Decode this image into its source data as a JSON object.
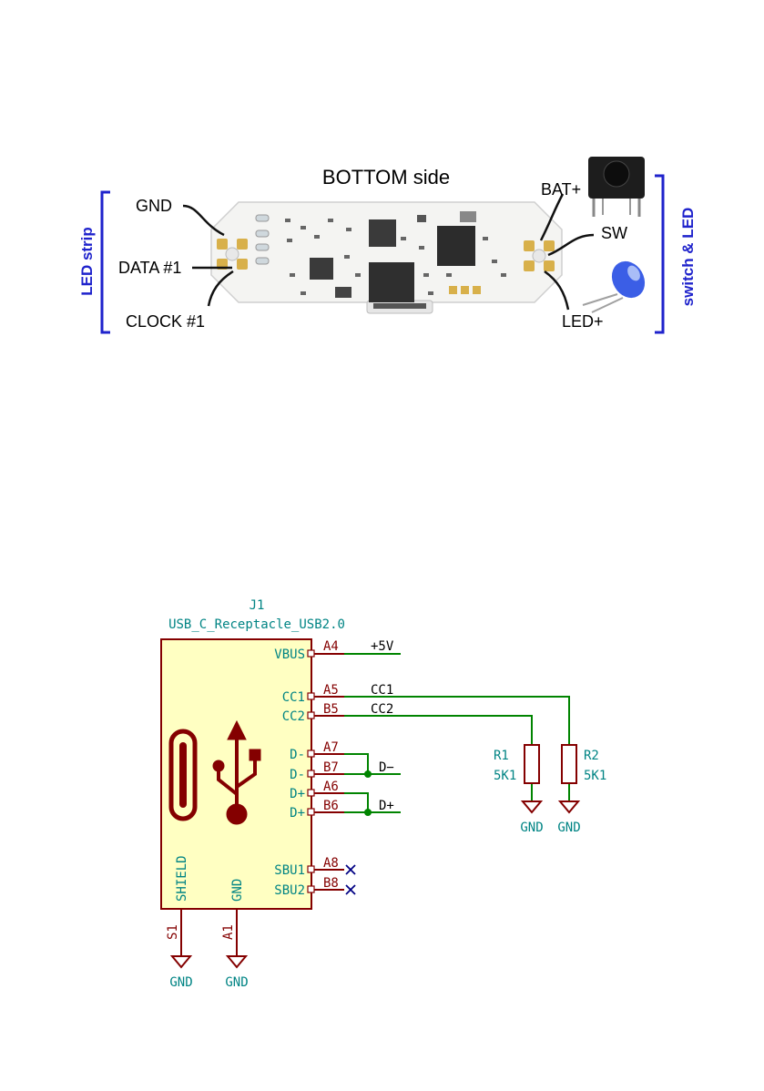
{
  "top": {
    "title": "BOTTOM side",
    "left_bracket_label": "LED strip",
    "right_bracket_label": "switch & LED",
    "left_pins": [
      "GND",
      "DATA #1",
      "CLOCK #1"
    ],
    "right_pins": [
      "BAT+",
      "SW",
      "LED+"
    ],
    "colors": {
      "bracket": "#1f23cc",
      "board": "#f4f4f2",
      "pad": "#d8b04a"
    }
  },
  "schematic": {
    "ref": "J1",
    "value": "USB_C_Receptacle_USB2.0",
    "pin_names": [
      "VBUS",
      "CC1",
      "CC2",
      "D-",
      "D-",
      "D+",
      "D+",
      "SBU1",
      "SBU2"
    ],
    "pin_numbers": [
      "A4",
      "A5",
      "B5",
      "A7",
      "B7",
      "A6",
      "B6",
      "A8",
      "B8"
    ],
    "bottom_pin_names": [
      "SHIELD",
      "GND"
    ],
    "bottom_pin_numbers": [
      "S1",
      "A1"
    ],
    "nets": {
      "vbus": "+5V",
      "cc1": "CC1",
      "cc2": "CC2",
      "dminus": "D−",
      "dplus": "D+"
    },
    "r1": {
      "ref": "R1",
      "value": "5K1"
    },
    "r2": {
      "ref": "R2",
      "value": "5K1"
    },
    "gnd_labels": [
      "GND",
      "GND",
      "GND",
      "GND"
    ],
    "colors": {
      "body_fill": "#ffffc2",
      "body_stroke": "#840000",
      "wire": "#008400",
      "text_teal": "#008484",
      "nc": "#000084"
    }
  }
}
